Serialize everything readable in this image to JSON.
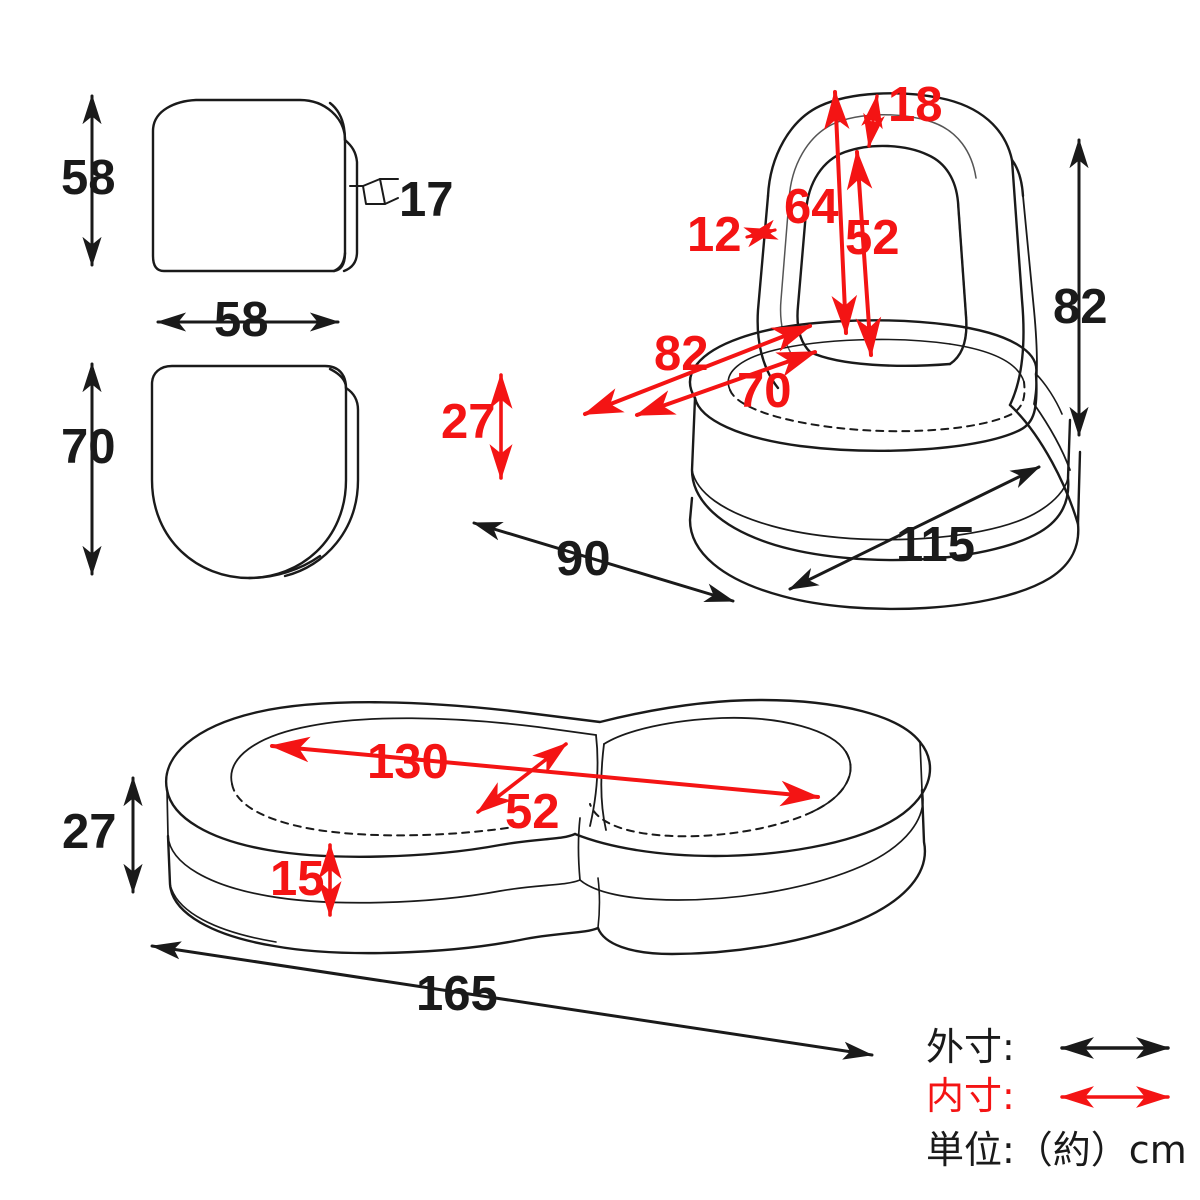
{
  "diagram": {
    "title": "sofa-bed dimension drawing",
    "unit_note": "単位:（約）cm",
    "colors": {
      "outer": "#1a1a1a",
      "inner": "#f41414",
      "background": "#ffffff"
    }
  },
  "views": {
    "backrest_cushion": {
      "name": "backrest-cushion-front-view",
      "height_label": "58",
      "width_label": "58",
      "thickness_label": "17"
    },
    "seat_cushion": {
      "name": "seat-cushion-top-view",
      "height_label": "70"
    },
    "chair": {
      "name": "chair-mode-perspective-view",
      "outer_height_label": "82",
      "outer_depth_label": "90",
      "outer_width_label": "115",
      "inner_backrest_top_label": "18",
      "inner_backrest_thickness_label": "12",
      "inner_back_height_label": "64",
      "inner_back_inner_height_label": "52",
      "inner_seat_diag_label": "82",
      "inner_seat_width_label": "70",
      "inner_seat_thickness_label": "27"
    },
    "bed": {
      "name": "bed-mode-perspective-view",
      "outer_height_label": "27",
      "outer_length_label": "165",
      "inner_length_label": "130",
      "inner_width_label": "52",
      "inner_height_label": "15"
    }
  },
  "legend": {
    "outer_label": "外寸:",
    "inner_label": "内寸:",
    "unit_label": "単位:（約）cm"
  }
}
